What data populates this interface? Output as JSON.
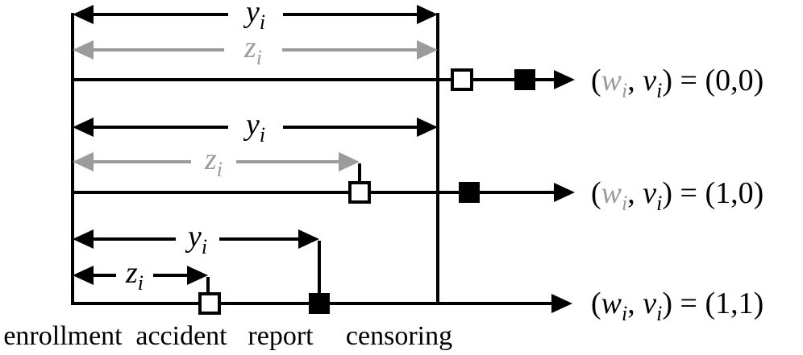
{
  "colors": {
    "black": "#000000",
    "gray": "#9b9b9b",
    "background": "#ffffff"
  },
  "rows": [
    {
      "y_var": "y",
      "y_sub": "i",
      "z_var": "z",
      "z_sub": "i",
      "outcome": {
        "open": "(",
        "w": "w",
        "w_sub": "i",
        "sep": ", ",
        "v": "v",
        "v_sub": "i",
        "eq": ") = ",
        "value": "(0,0)"
      }
    },
    {
      "y_var": "y",
      "y_sub": "i",
      "z_var": "z",
      "z_sub": "i",
      "outcome": {
        "open": "(",
        "w": "w",
        "w_sub": "i",
        "sep": ", ",
        "v": "v",
        "v_sub": "i",
        "eq": ") = ",
        "value": "(1,0)"
      }
    },
    {
      "y_var": "y",
      "y_sub": "i",
      "z_var": "z",
      "z_sub": "i",
      "outcome": {
        "open": "(",
        "w": "w",
        "w_sub": "i",
        "sep": ", ",
        "v": "v",
        "v_sub": "i",
        "eq": ") = ",
        "value": "(1,1)"
      }
    }
  ],
  "axis_labels": [
    "enrollment",
    "accident",
    "report",
    "censoring"
  ]
}
